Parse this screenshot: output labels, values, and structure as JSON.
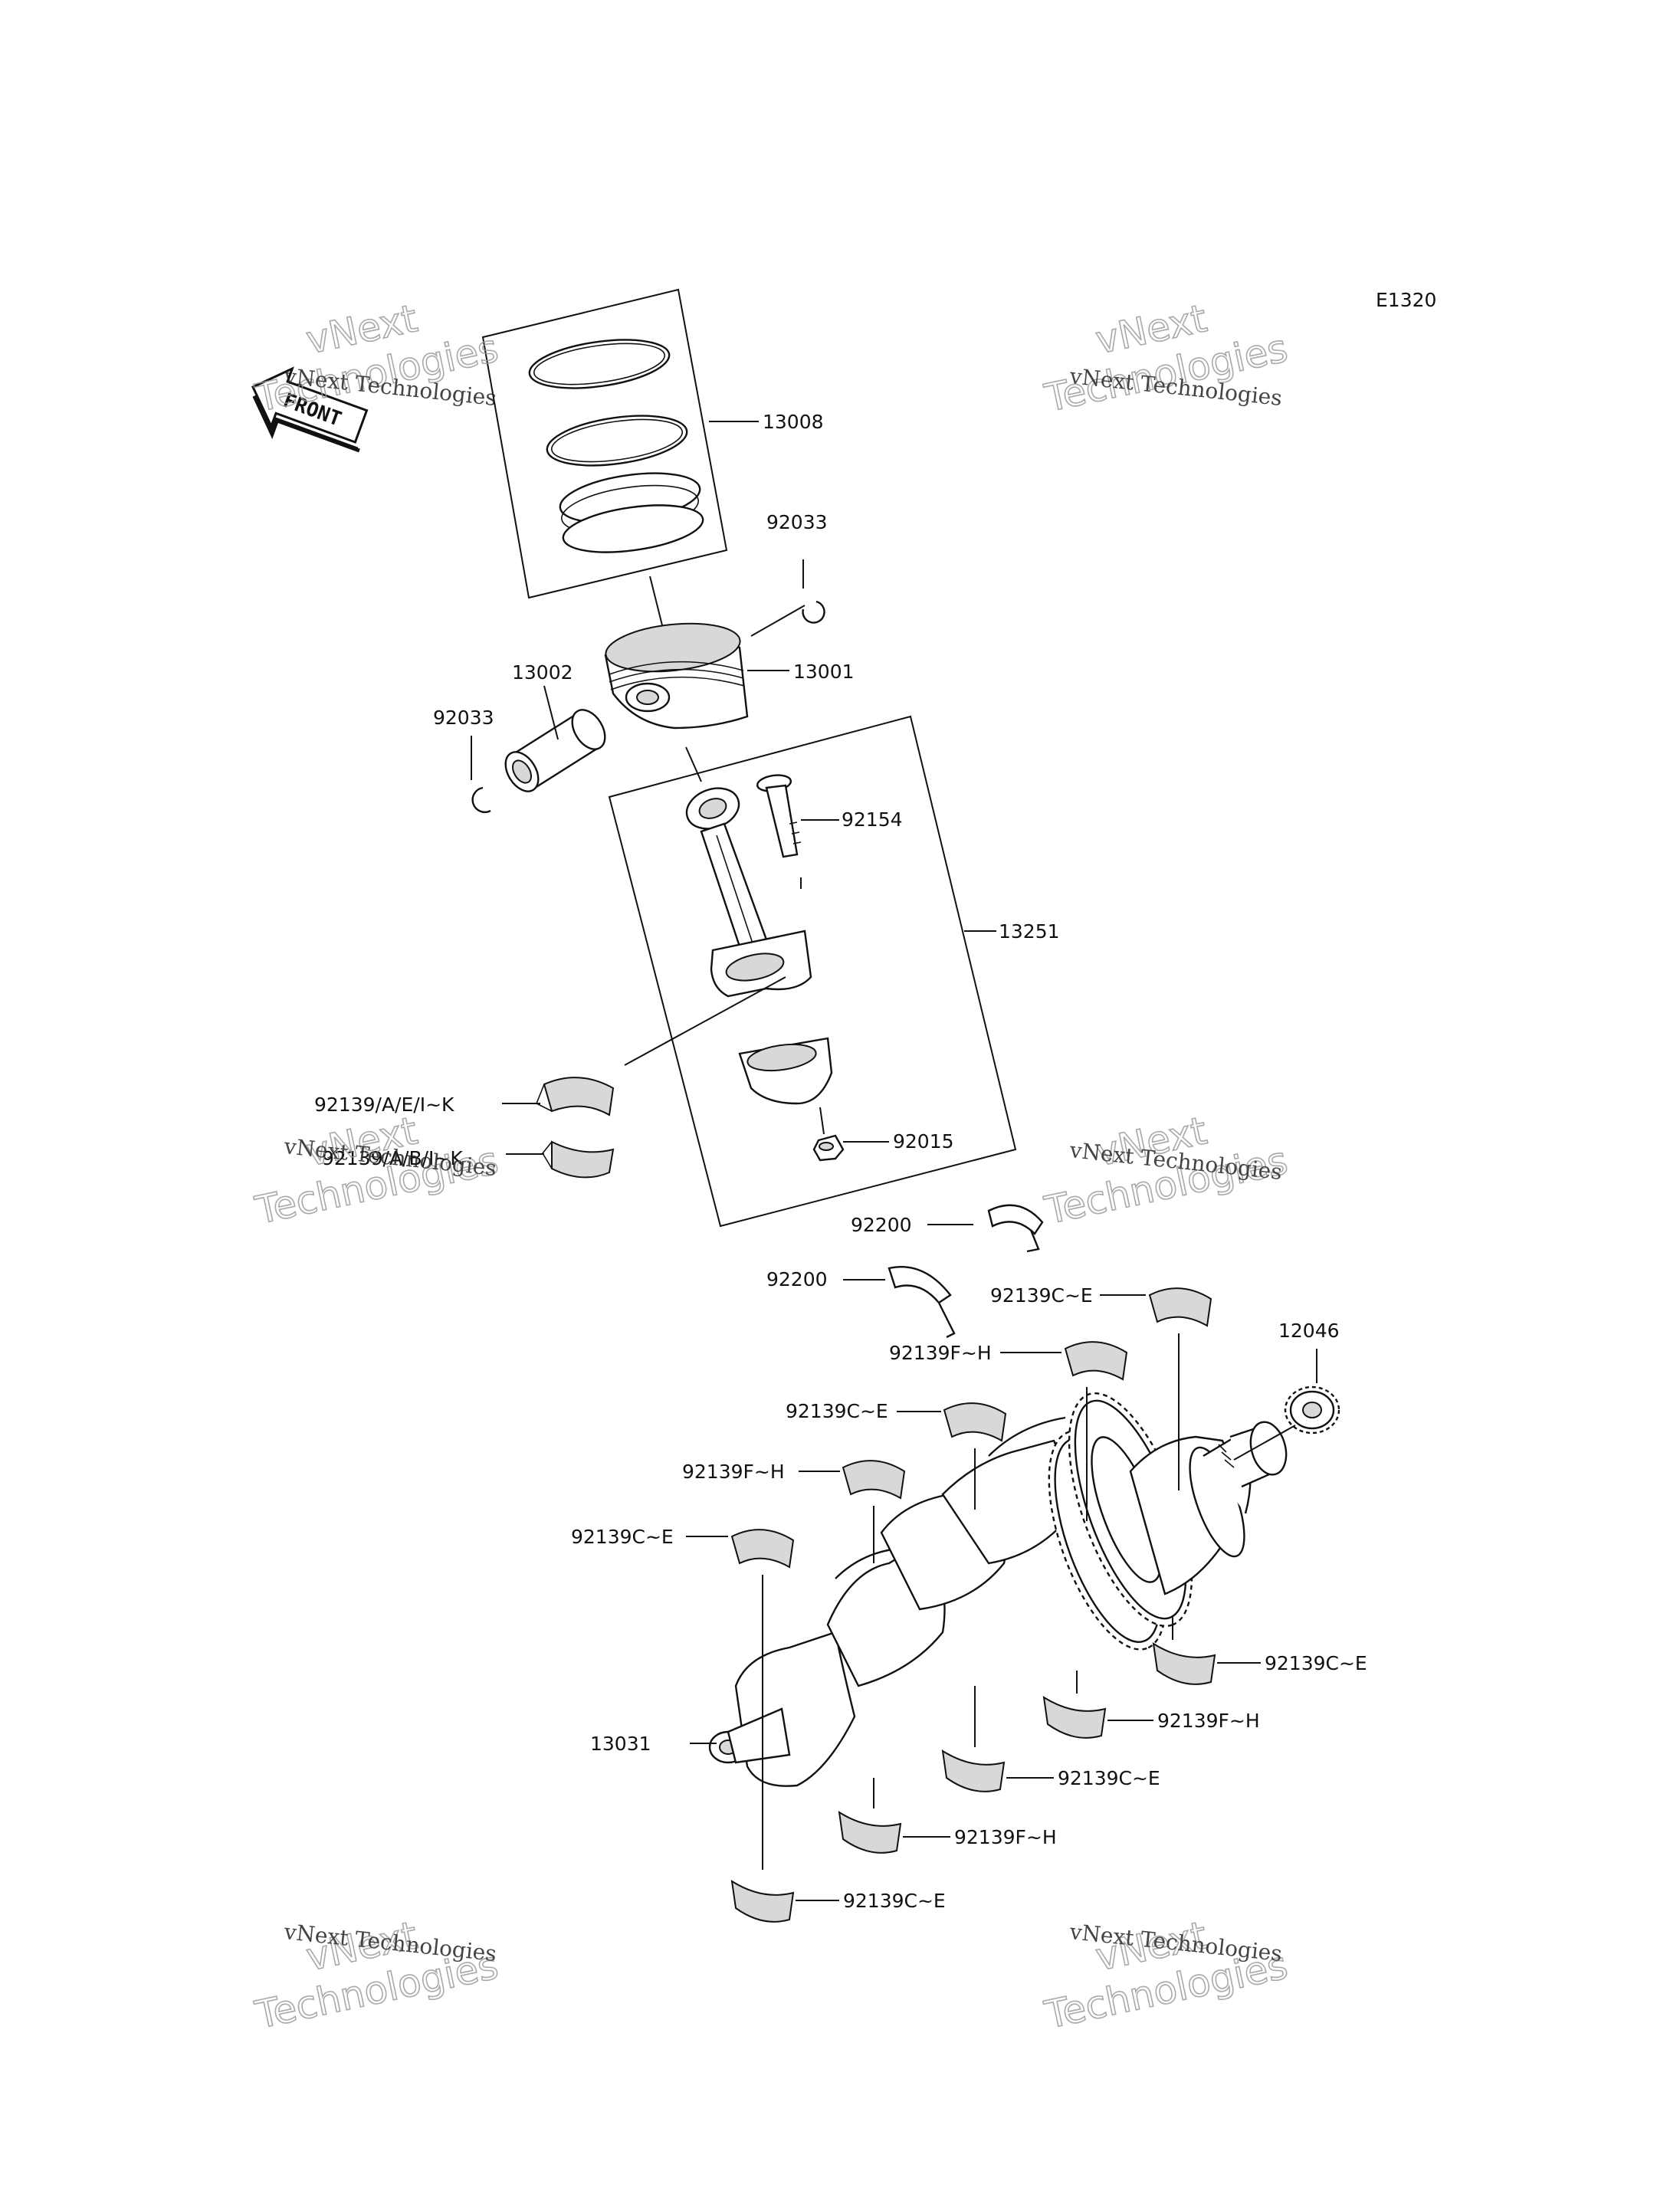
{
  "diagram": {
    "code": "E1320",
    "front_label": "FRONT",
    "watermark": {
      "line1": "vNext Technologies",
      "outline_top": "vNext",
      "outline_bottom": "Technologies"
    },
    "parts": [
      {
        "id": "p13008",
        "number": "13008",
        "name": "piston rings"
      },
      {
        "id": "p92033a",
        "number": "92033",
        "name": "circlip"
      },
      {
        "id": "p13001",
        "number": "13001",
        "name": "piston"
      },
      {
        "id": "p13002",
        "number": "13002",
        "name": "piston pin"
      },
      {
        "id": "p92033b",
        "number": "92033",
        "name": "circlip"
      },
      {
        "id": "p92154",
        "number": "92154",
        "name": "connecting rod bolt"
      },
      {
        "id": "p13251",
        "number": "13251",
        "name": "connecting rod"
      },
      {
        "id": "p92139a",
        "number": "92139/A/E/I~K",
        "name": "connecting rod bearing"
      },
      {
        "id": "p92139b",
        "number": "92139/A/B/I~K",
        "name": "connecting rod bearing"
      },
      {
        "id": "p92015",
        "number": "92015",
        "name": "nut"
      },
      {
        "id": "p92200a",
        "number": "92200",
        "name": "thrust washer"
      },
      {
        "id": "p92200b",
        "number": "92200",
        "name": "thrust washer"
      },
      {
        "id": "p12046",
        "number": "12046",
        "name": "gear"
      },
      {
        "id": "p13031",
        "number": "13031",
        "name": "crankshaft"
      }
    ],
    "bearing_labels": {
      "ce": "92139C~E",
      "fh": "92139F~H"
    }
  }
}
